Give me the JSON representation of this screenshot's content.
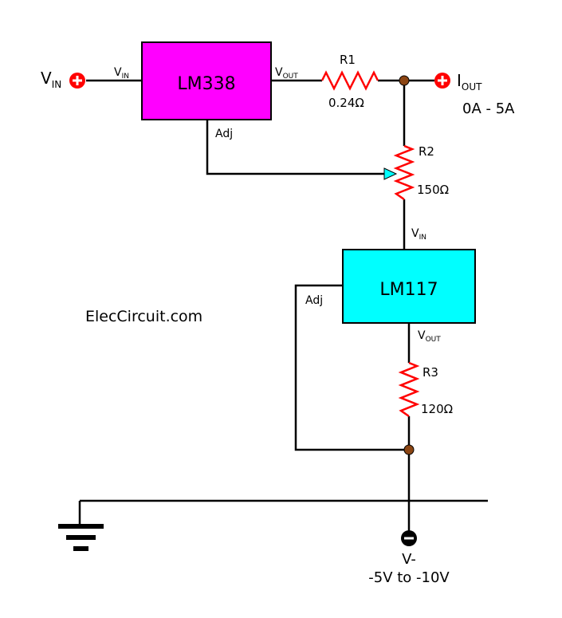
{
  "chips": {
    "lm338": {
      "name": "LM338",
      "fill": "#ff00ff",
      "pin_in": "V",
      "pin_in_sub": "IN",
      "pin_out": "V",
      "pin_out_sub": "OUT",
      "pin_adj": "Adj"
    },
    "lm117": {
      "name": "LM117",
      "fill": "#00ffff",
      "pin_in": "V",
      "pin_in_sub": "IN",
      "pin_out": "V",
      "pin_out_sub": "OUT",
      "pin_adj": "Adj"
    }
  },
  "resistors": {
    "r1": {
      "name": "R1",
      "value": "0.24Ω"
    },
    "r2": {
      "name": "R2",
      "value": "150Ω"
    },
    "r3": {
      "name": "R3",
      "value": "120Ω"
    }
  },
  "terminals": {
    "vin": {
      "label": "V",
      "sub": "IN"
    },
    "iout": {
      "label": "I",
      "sub": "OUT",
      "range": "0A - 5A"
    },
    "vneg": {
      "label": "V-",
      "range": "-5V to -10V"
    }
  },
  "watermark": "ElecCircuit.com",
  "colors": {
    "wire": "#000000",
    "resistor": "#ff0000",
    "terminal": "#ff0000",
    "node": "#8b4513",
    "arrow": "#00ffff"
  }
}
